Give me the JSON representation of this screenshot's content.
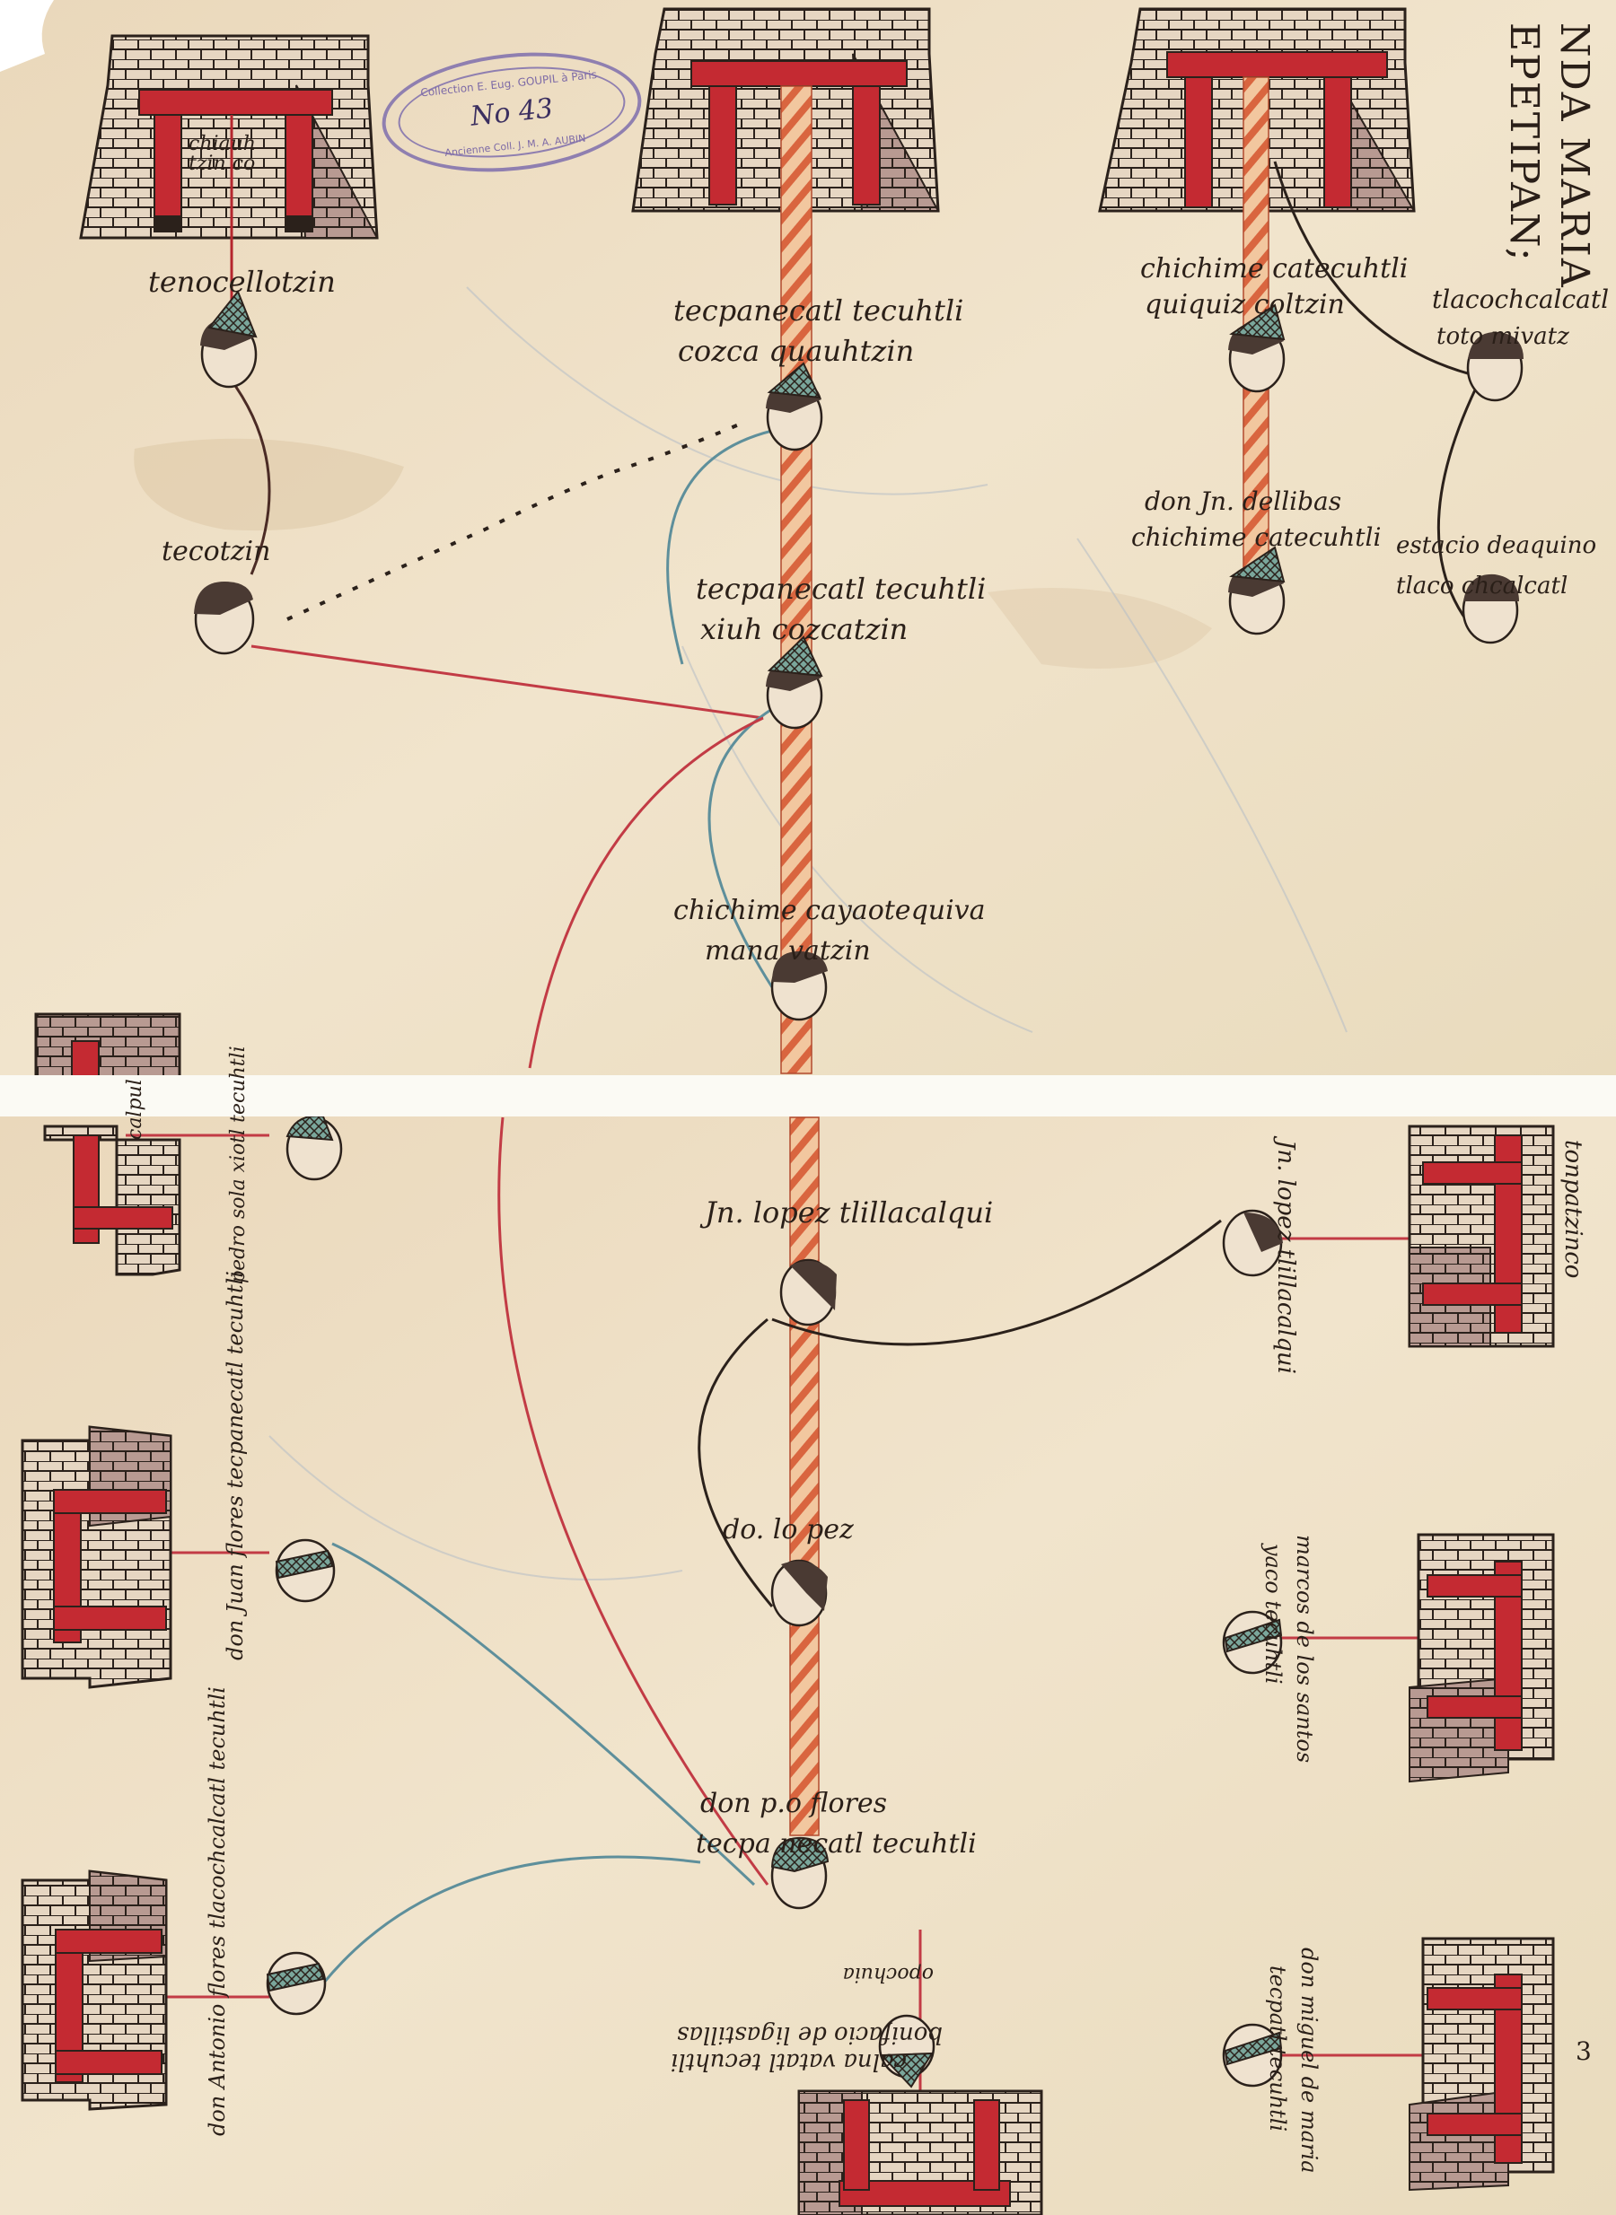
{
  "document": {
    "title": "NDA MARIA EPETIPAN",
    "title_lines": [
      "NDA MARIA",
      "EPETIPAN;"
    ],
    "stamp": {
      "number": "No 43",
      "top_text": "Collection E. Eug. GOUPIL à Paris",
      "bottom_text": "Ancienne Coll. J. M. A. AUBIN"
    },
    "page_number": "3"
  },
  "labels": {
    "chiauh": "chiauh tzin co",
    "tenocellotzin": "tenocellotzin",
    "tecpanecatl_1": "tecpanecatl tecuhtli",
    "cozcaquauhtzin": "cozca quauhtzin",
    "chichimecatecuhtli_1": "chichime catecuhtli",
    "quiquizcoltzin": "quiquiz coltzin",
    "tlacochcalcatl": "tlacochcalcatl",
    "totomivatzin": "toto mivatz",
    "tecotzin": "tecotzin",
    "tecpanecatl_2": "tecpanecatl tecuhtli",
    "xiuhcozcatzin": "xiuh cozcatzin",
    "don_jn_dellibas": "don Jn. dellibas",
    "chichimecatecuhtli_2": "chichime catecuhtli",
    "estacio": "estacio deaquino",
    "tlacochcalcatl_2": "tlaco chcalcatl",
    "chichimecacaoteq": "chichime cayaotequiva",
    "manavatzin": "mana vatzin",
    "calpul": "calpul",
    "pedro_sola": "pedro sola xiotl tecuhtli",
    "jn_lopez_1": "Jn. lopez tlillacalqui",
    "jn_lopez_2": "Jn. lopez tlillacalqui",
    "tonpatzinco": "tonpatzinco",
    "do_lopez": "do. lo pez",
    "don_juan_flores": "don Juan flores tecpanecatl tecuhtli",
    "marcos": "marcos de los santos",
    "yaco": "yaco tecuhtli",
    "don_pedro_flores": "don p.o flores",
    "tecpanecatl_3": "tecpa necatl tecuhtli",
    "don_antonio_flores": "don Antonio flores tlacochcalcatl tecuhtli",
    "bonifacio": "bonifacio de ligastillas",
    "calna": "calna vatatl tecuhtli",
    "opochuia": "opochuia",
    "miguel_de_maria": "don miguel de maria",
    "tecpatl_tecuhtli": "tecpatl tecuhtli"
  },
  "colors": {
    "paper": "#eee0c6",
    "ink": "#2a1f18",
    "red": "#b5262e",
    "blue_line": "#5e8f9b",
    "stamp": "#8f7fb0"
  }
}
